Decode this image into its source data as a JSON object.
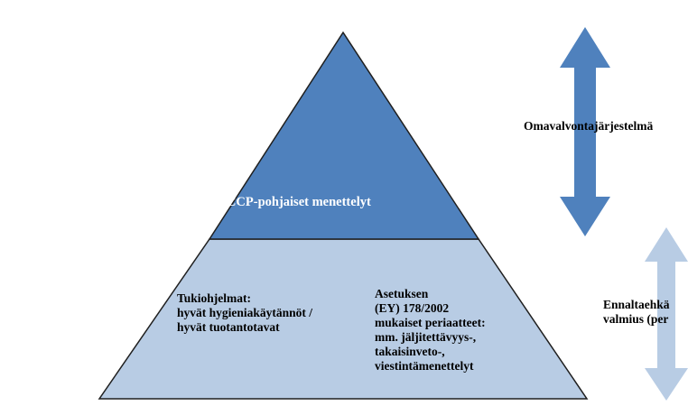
{
  "pyramid": {
    "top_label": "HACCP-pohjaiset menettelyt",
    "bottom_left_lines": [
      "Tukiohjelmat:",
      "hyvät hygieniakäytännöt /",
      "hyvät tuotantotavat"
    ],
    "bottom_right_lines": [
      "Asetuksen",
      "(EY) 178/2002",
      "mukaiset periaatteet:",
      "mm. jäljitettävyys-,",
      "takaisinveto-,",
      "viestintämenettelyt"
    ]
  },
  "arrows": {
    "upper_label": "Omavalvontajärjestelmä",
    "lower_label_lines": [
      "Ennaltaehkä",
      "valmius (per"
    ]
  },
  "colors": {
    "top_fill": "#4f81bd",
    "bottom_fill": "#b8cce4",
    "outline": "#1f1f1f",
    "upper_arrow": "#4f81bd",
    "lower_arrow": "#b8cce4"
  }
}
